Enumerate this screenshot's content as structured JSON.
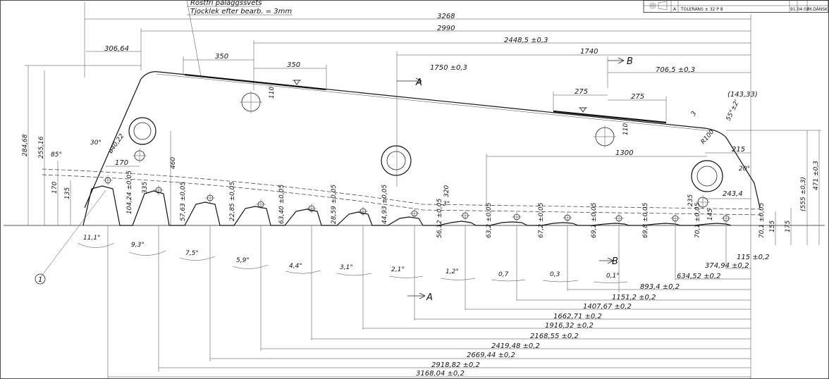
{
  "notes": {
    "weld": "Rostfri påläggssvets",
    "thickness": "Tjocklek efter bearb. = 3mm"
  },
  "title_block": {
    "rev": "A",
    "tolerance": "TOLERANS ± 32 P 8",
    "date": "91.04.01",
    "sign": "M.DÄNSK"
  },
  "dimensions": {
    "overall_length": "3268",
    "length_2990": "2990",
    "length_2448": "2448,5 ±0,3",
    "length_1740": "1740",
    "length_1750": "1750 ±0,3",
    "length_706": "706,5 ±0,3",
    "left_306": "306,64",
    "weld_350_a": "350",
    "weld_350_b": "350",
    "weld_275_a": "275",
    "weld_275_b": "275",
    "hole_110_a": "110",
    "hole_110_b": "110",
    "corner_143": "(143,33)",
    "angle_55": "55°±2'",
    "d3": "3",
    "r100": "R100",
    "d215": "215",
    "a20": "20°",
    "d1300": "1300",
    "d243": "243,4",
    "d235": "235",
    "d145": "145",
    "d155": "155",
    "d175": "175",
    "d555": "(555 ±0,3)",
    "d471": "471 ±0,3",
    "h284": "284,68",
    "h255": "255,16",
    "h170": "170",
    "h135": "135",
    "a85": "85°",
    "a30": "30°",
    "d170": "170",
    "dia4022": "ø40,22",
    "d335": "335",
    "d460": "460",
    "d320": "320",
    "a3": "3°",
    "d115": "115 ±0,2"
  },
  "section_marks": {
    "a_top": "A",
    "a_bottom": "A",
    "b_top": "B",
    "b_bottom": "B"
  },
  "tooth_heights": [
    "104,24 ±0,05",
    "57,63 ±0,05",
    "22,85 ±0,05",
    "63,40 ±0,05",
    "28,59 ±0,05",
    "44,93 ±0,05",
    "56,12 ±0,05",
    "63,2 ±0,05",
    "67,2 ±0,05",
    "69,1 ±0,05",
    "69,8 ±0,05",
    "70,1 ±0,05",
    "70,1 ±0,05"
  ],
  "tooth_angles": [
    "11,1°",
    "9,3°",
    "7,5°",
    "5,9°",
    "4,4°",
    "3,1°",
    "2,1°",
    "1,2°",
    "0,7",
    "0,3",
    "0,1°"
  ],
  "chain_dims": [
    "374,94 ±0,2",
    "634,52 ±0,2",
    "893,4 ±0,2",
    "1151,2 ±0,2",
    "1407,67 ±0,2",
    "1662,71 ±0,2",
    "1916,32 ±0,2",
    "2168,55 ±0,2",
    "2419,48 ±0,2",
    "2669,44 ±0,2",
    "2918,82 ±0,2",
    "3168,04 ±0,2"
  ],
  "balloon": "1"
}
